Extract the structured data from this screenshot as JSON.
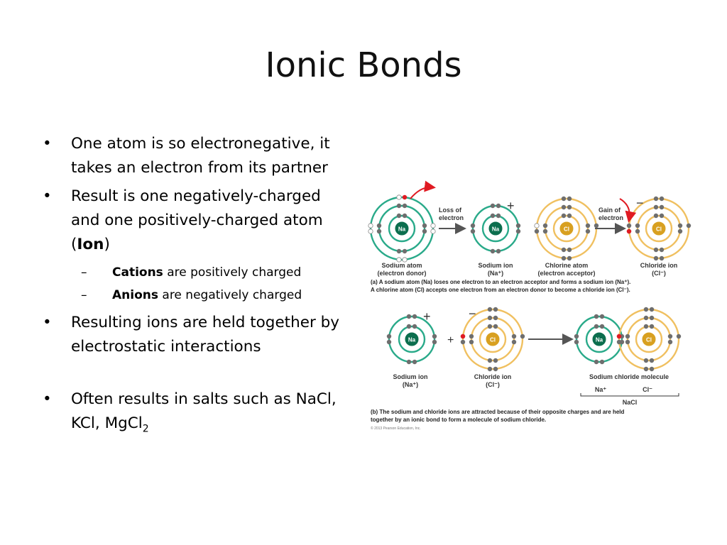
{
  "title": "Ionic Bonds",
  "bullets": {
    "b1": "One atom is so electronegative, it takes an electron from its partner",
    "b2_text": "Result is one negatively-charged and one positively-charged atom (",
    "b2_bold": "Ion",
    "b2_close": ")",
    "sub1_bold": "Cations",
    "sub1_rest": " are positively charged",
    "sub2_bold": "Anions",
    "sub2_rest": " are negatively charged",
    "b3": "Resulting ions are held together by electrostatic interactions",
    "b4_text": "Often results in salts such as NaCl, KCl, MgCl",
    "b4_sub": "2",
    "bullet_char": "•",
    "dash_char": "–"
  },
  "figure": {
    "na": "Na",
    "cl": "Cl",
    "plus": "+",
    "minus": "−",
    "loss_1": "Loss of",
    "loss_2": "electron",
    "gain_1": "Gain of",
    "gain_2": "electron",
    "sodium_atom": "Sodium atom",
    "electron_donor": "(electron donor)",
    "sodium_ion": "Sodium ion",
    "na_ion": "(Na⁺)",
    "chlorine_atom": "Chlorine atom",
    "electron_acceptor": "(electron acceptor)",
    "chloride_ion": "Chloride ion",
    "cl_ion": "(Cl⁻)",
    "caption_a_1": "(a) A sodium atom (Na) loses one electron to an electron acceptor and forms a sodium ion (Na⁺).",
    "caption_a_2": "A chlorine atom (Cl) accepts one electron from an electron donor to become a chloride ion (Cl⁻).",
    "sodium_ion_b": "Sodium ion",
    "na_ion_b": "(Na⁺)",
    "chloride_ion_b": "Chloride ion",
    "cl_ion_b": "(Cl⁻)",
    "molecule": "Sodium chloride molecule",
    "na_plus": "Na⁺",
    "cl_minus": "Cl⁻",
    "nacl": "NaCl",
    "caption_b_1": "(b) The sodium and chloride ions are attracted because of their opposite charges and are held",
    "caption_b_2": "together by an ionic bond to form a molecule of sodium chloride.",
    "copyright": "© 2013 Pearson Education, Inc.",
    "colors": {
      "sodium_shell": "#2aaa8a",
      "sodium_nucleus": "#0c6e4e",
      "chlorine_shell": "#f0c060",
      "chlorine_nucleus": "#d8a020",
      "electron": "#6e6e6e",
      "transferred_electron": "#e01a22"
    }
  }
}
